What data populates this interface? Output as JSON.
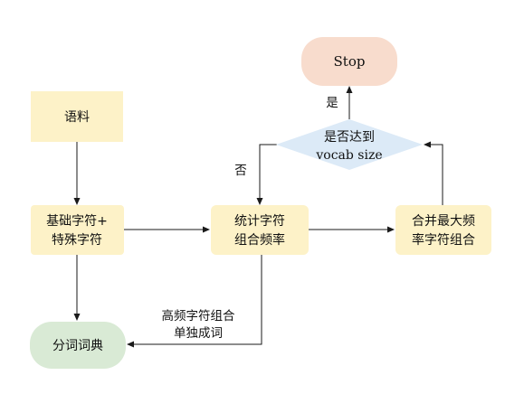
{
  "nodes": {
    "corpus": {
      "label": "语料",
      "fill": "#fdf2c8"
    },
    "base_chars": {
      "line1": "基础字符+",
      "line2": "特殊字符",
      "fill": "#fdf2c8"
    },
    "count_pairs": {
      "line1": "统计字符",
      "line2": "组合频率",
      "fill": "#fdf2c8"
    },
    "merge_top": {
      "line1": "合并最大频",
      "line2": "率字符组合",
      "fill": "#fdf2c8"
    },
    "check_vocab": {
      "line1": "是否达到",
      "line2": "vocab size",
      "fill": "#dceaf7"
    },
    "stop": {
      "label": "Stop",
      "fill": "#f8dccd"
    },
    "vocab_dict": {
      "label": "分词词典",
      "fill": "#d9ead5"
    }
  },
  "edge_labels": {
    "yes": "是",
    "no": "否",
    "frequent_line1": "高频字符组合",
    "frequent_line2": "单独成词"
  },
  "colors": {
    "edge": "#1a1a1a",
    "text": "#111111"
  }
}
